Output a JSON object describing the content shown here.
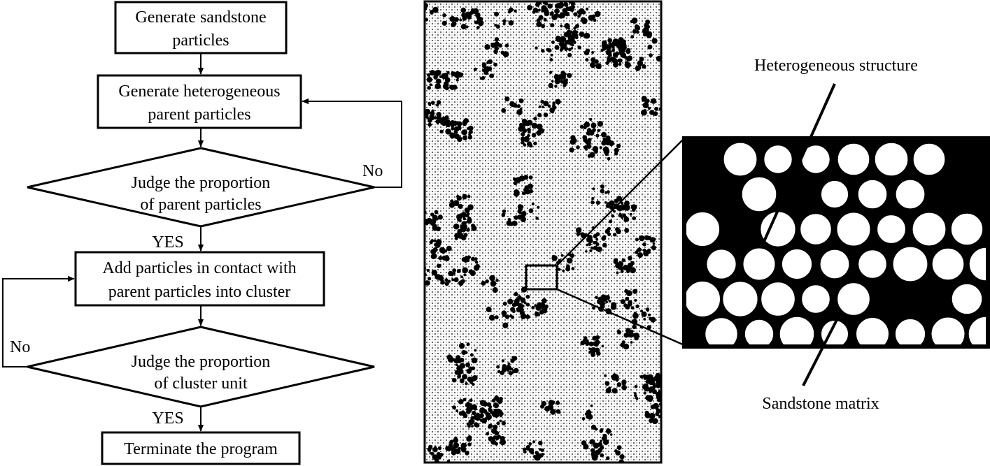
{
  "flowchart": {
    "steps": [
      {
        "id": "generate-sandstone",
        "lines": [
          "Generate sandstone",
          "particles"
        ]
      },
      {
        "id": "generate-parent",
        "lines": [
          "Generate heterogeneous",
          "parent particles"
        ]
      },
      {
        "id": "judge-parent",
        "lines": [
          "Judge the proportion",
          "of parent particles"
        ]
      },
      {
        "id": "add-particles",
        "lines": [
          "Add particles in contact with",
          "parent particles into cluster"
        ]
      },
      {
        "id": "judge-cluster",
        "lines": [
          "Judge the proportion",
          "of cluster unit"
        ]
      },
      {
        "id": "terminate",
        "lines": [
          "Terminate the program"
        ]
      }
    ],
    "branch_labels": {
      "parent_no": "No",
      "parent_yes": "YES",
      "cluster_no": "No",
      "cluster_yes": "YES"
    }
  },
  "model": {
    "callouts": {
      "heterogeneous": "Heterogeneous structure",
      "matrix": "Sandstone matrix"
    }
  }
}
